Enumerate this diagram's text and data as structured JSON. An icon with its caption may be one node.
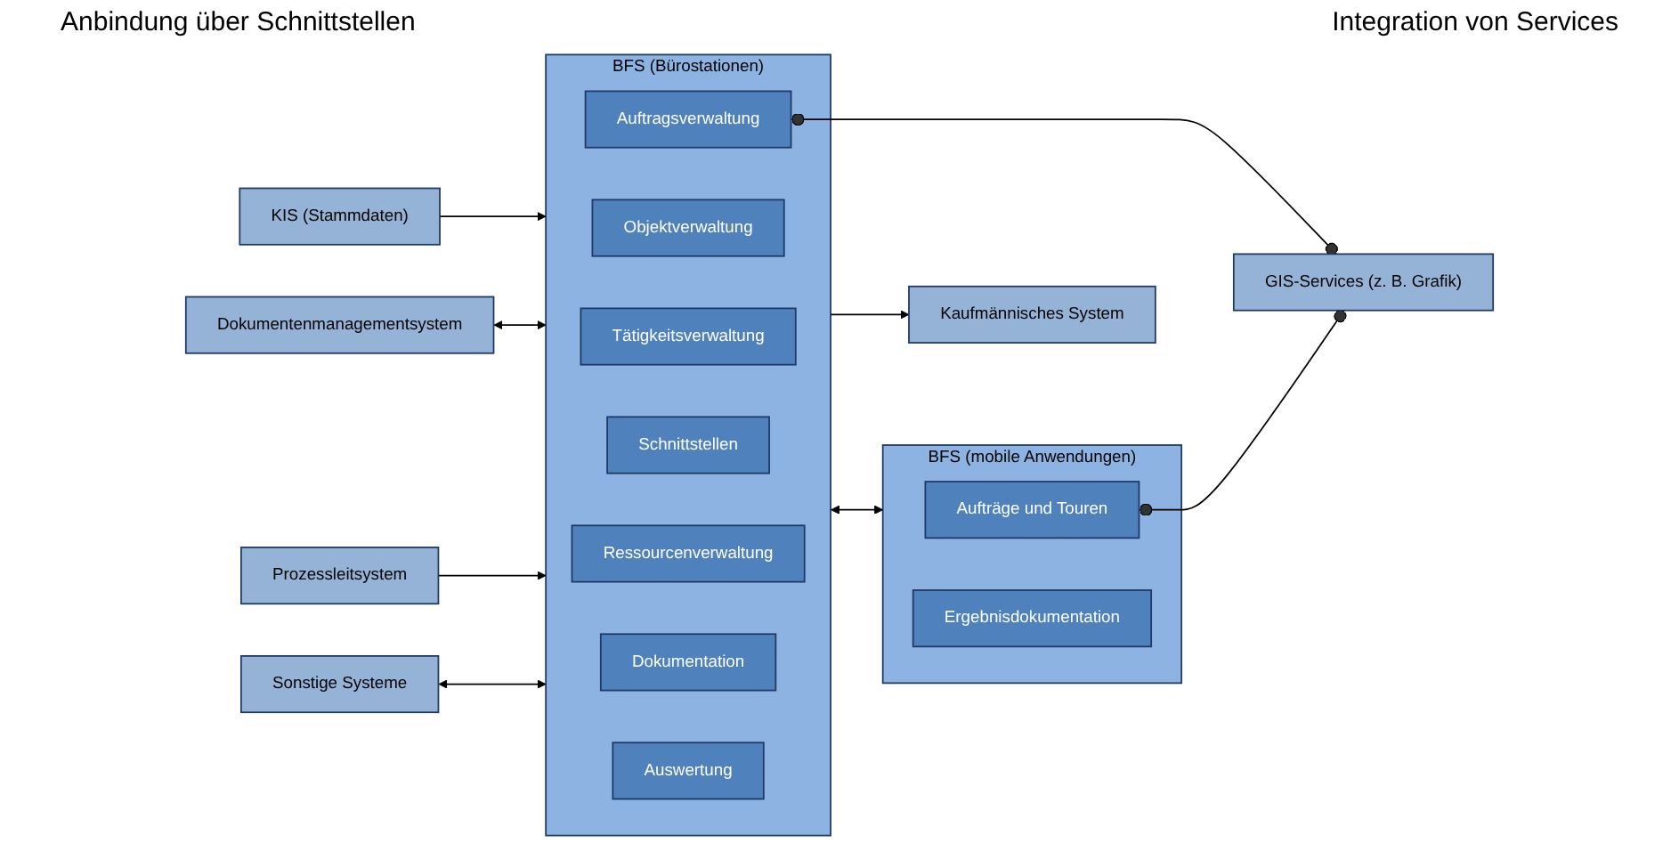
{
  "diagram": {
    "nodes": [
      {
        "text": [
          "KIS (Stammdaten)"
        ]
      },
      {
        "text": [
          "Kaufmännisches System"
        ]
      },
      {
        "text": [
          "Dokumentenmanagementsystem"
        ]
      },
      {
        "text": [
          "Prozessleitsystem"
        ]
      },
      {
        "text": [
          "Sonstige Systeme"
        ]
      },
      {
        "text": [
          "BFS (Bürostationen)"
        ]
      },
      {
        "text": [
          "Schnittstellen"
        ],
        "in": 5
      },
      {
        "text": [
          "Objektverwaltung"
        ],
        "in": 5
      },
      {
        "text": [
          "Tätigkeitsverwaltung"
        ],
        "in": 5
      },
      {
        "text": [
          "Auftragsverwaltung"
        ],
        "in": 5
      },
      {
        "text": [
          "Ressourcenverwaltung"
        ],
        "in": 5
      },
      {
        "text": [
          "Dokumentation"
        ],
        "in": 5
      },
      {
        "text": [
          "Auswertung"
        ],
        "in": 5
      },
      {
        "text": [
          "BFS (mobile Anwendungen)"
        ]
      },
      {
        "text": [
          "Aufträge und Touren"
        ],
        "in": 13
      },
      {
        "text": [
          "Ergebnisdokumentation"
        ],
        "in": 13
      },
      {
        "text": [
          "GIS-Services (z. B. Grafik)"
        ]
      }
    ],
    "edges": [
      {
        "from": 0,
        "to": 5,
        "arrow": "to"
      },
      {
        "from": 5,
        "to": 1,
        "arrow": "to"
      },
      {
        "from": 2,
        "to": 5,
        "arrow": "both"
      },
      {
        "from": 3,
        "to": 5,
        "arrow": "to"
      },
      {
        "from": 4,
        "to": 5,
        "arrow": "both"
      },
      {
        "from": 5,
        "to": 13,
        "arrow": "both"
      },
      {
        "from": 9,
        "to": 16,
        "arrow": "other"
      },
      {
        "from": 14,
        "to": 16,
        "arrow": "other"
      }
    ],
    "labels": [
      "Anbindung über Schnittstellen",
      "Integration von Services"
    ]
  }
}
